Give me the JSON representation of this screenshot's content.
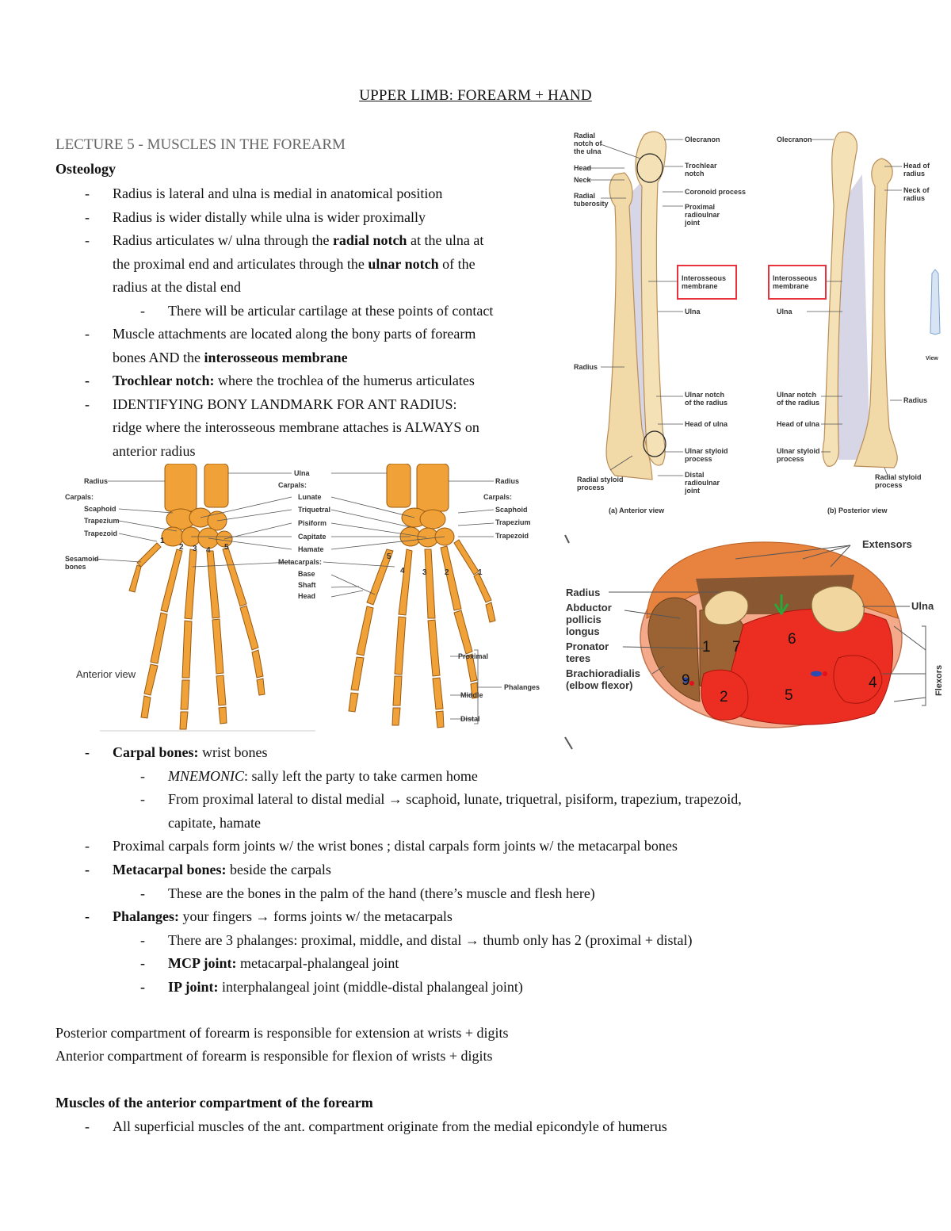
{
  "title": "UPPER LIMB: FOREARM + HAND",
  "lecture": "LECTURE 5 - MUSCLES IN THE FOREARM",
  "osteology_heading": "Osteology",
  "osteology_items": [
    {
      "level": 1,
      "parts": [
        {
          "t": "Radius is lateral and ulna is medial in anatomical position"
        }
      ]
    },
    {
      "level": 1,
      "parts": [
        {
          "t": "Radius is wider distally while ulna is wider proximally"
        }
      ]
    },
    {
      "level": 1,
      "parts": [
        {
          "t": "Radius articulates w/ ulna through the "
        },
        {
          "t": "radial notch",
          "b": true
        },
        {
          "t": " at the ulna at"
        }
      ]
    },
    {
      "level": 0,
      "parts": [
        {
          "t": "the proximal end and articulates through the "
        },
        {
          "t": "ulnar notch",
          "b": true
        },
        {
          "t": " of the"
        }
      ]
    },
    {
      "level": 0,
      "parts": [
        {
          "t": "radius at the distal end"
        }
      ]
    },
    {
      "level": 2,
      "parts": [
        {
          "t": "There will be articular cartilage at these points of contact"
        }
      ]
    },
    {
      "level": 1,
      "parts": [
        {
          "t": "Muscle attachments are located along the bony parts of forearm"
        }
      ]
    },
    {
      "level": 0,
      "parts": [
        {
          "t": "bones AND the "
        },
        {
          "t": "interosseous membrane",
          "b": true
        }
      ]
    },
    {
      "level": 1,
      "bdash": true,
      "parts": [
        {
          "t": "Trochlear notch:",
          "b": true
        },
        {
          "t": " where the trochlea of the humerus articulates"
        }
      ]
    },
    {
      "level": 1,
      "parts": [
        {
          "t": "IDENTIFYING BONY LANDMARK FOR ANT RADIUS:"
        }
      ]
    },
    {
      "level": 0,
      "parts": [
        {
          "t": "ridge where the interosseous membrane attaches is ALWAYS on"
        }
      ]
    },
    {
      "level": 0,
      "parts": [
        {
          "t": "anterior radius"
        }
      ]
    }
  ],
  "carpal_items": [
    {
      "level": 1,
      "bdash": true,
      "parts": [
        {
          "t": "Carpal bones:",
          "b": true
        },
        {
          "t": " wrist bones"
        }
      ]
    },
    {
      "level": 2,
      "parts": [
        {
          "t": "MNEMONIC",
          "i": true
        },
        {
          "t": ": sally left the party to take carmen home"
        }
      ]
    },
    {
      "level": 2,
      "parts": [
        {
          "t": "From proximal lateral to distal medial → scaphoid, lunate, triquetral, pisiform, trapezium, trapezoid,"
        }
      ]
    },
    {
      "level": 3,
      "parts": [
        {
          "t": "capitate, hamate"
        }
      ]
    },
    {
      "level": 1,
      "parts": [
        {
          "t": "Proximal carpals form joints w/ the wrist bones ; distal carpals form joints w/ the metacarpal bones"
        }
      ]
    },
    {
      "level": 1,
      "bdash": true,
      "parts": [
        {
          "t": "Metacarpal bones:",
          "b": true
        },
        {
          "t": " beside the carpals"
        }
      ]
    },
    {
      "level": 2,
      "parts": [
        {
          "t": "These are the bones in the palm of the hand (there’s muscle and flesh here)"
        }
      ]
    },
    {
      "level": 1,
      "bdash": true,
      "parts": [
        {
          "t": "Phalanges:",
          "b": true
        },
        {
          "t": " your fingers → forms joints w/ the metacarpals"
        }
      ]
    },
    {
      "level": 2,
      "parts": [
        {
          "t": "There are 3 phalanges: proximal, middle, and distal → thumb only has 2 (proximal + distal)"
        }
      ]
    },
    {
      "level": 2,
      "bdash": true,
      "parts": [
        {
          "t": "MCP joint:",
          "b": true
        },
        {
          "t": " metacarpal-phalangeal joint"
        }
      ]
    },
    {
      "level": 2,
      "bdash": true,
      "parts": [
        {
          "t": "IP joint:",
          "b": true
        },
        {
          "t": " interphalangeal joint (middle-distal phalangeal joint)"
        }
      ]
    }
  ],
  "compartment_lines": [
    "Posterior compartment of forearm is responsible for extension at wrists + digits",
    "Anterior compartment of forearm is responsible for flexion of wrists + digits"
  ],
  "anterior_heading": "Muscles of the anterior compartment of the forearm",
  "anterior_items": [
    {
      "level": 1,
      "parts": [
        {
          "t": "All superficial muscles of the ant. compartment originate from the medial epicondyle of humerus"
        }
      ]
    }
  ],
  "figure_forearm": {
    "labels_left": [
      "Radial",
      "notch of",
      "the ulna",
      "Head",
      "Neck",
      "Radial",
      "tuberosity",
      "Radius",
      "Radial styloid",
      "process"
    ],
    "labels_mid": [
      "Olecranon",
      "Trochlear",
      "notch",
      "Coronoid process",
      "Proximal",
      "radioulnar",
      "joint",
      "Interosseous",
      "membrane",
      "Ulna",
      "Ulnar notch",
      "of the radius",
      "Head of ulna",
      "Ulnar styloid",
      "process",
      "Distal",
      "radioulnar",
      "joint"
    ],
    "labels_right": [
      "Olecranon",
      "Head of",
      "radius",
      "Neck of",
      "radius",
      "Interosseous",
      "membrane",
      "Ulna",
      "Ulnar notch",
      "of the radius",
      "Head of ulna",
      "Ulnar styloid",
      "process",
      "Radius",
      "Radial styloid",
      "process",
      "View"
    ],
    "caption_a": "(a) Anterior view",
    "caption_b": "(b) Posterior view",
    "highlight_color": "#e8323c",
    "bone_color": "#f1d9a8"
  },
  "figure_hand": {
    "labels_left": [
      "Radius",
      "Carpals:",
      "Scaphoid",
      "Trapezium",
      "Trapezoid",
      "Sesamoid",
      "bones",
      "Anterior view"
    ],
    "labels_center": [
      "Ulna",
      "Carpals:",
      "Lunate",
      "Triquetral",
      "Pisiform",
      "Capitate",
      "Hamate",
      "Metacarpals:",
      "Base",
      "Shaft",
      "Head"
    ],
    "labels_right": [
      "Radius",
      "Carpals:",
      "Scaphoid",
      "Trapezium",
      "Trapezoid",
      "Proximal",
      "Middle",
      "Distal",
      "Phalanges"
    ],
    "digit_numbers": [
      "1",
      "2",
      "3",
      "4",
      "5"
    ],
    "bone_color": "#f0a238"
  },
  "figure_cross": {
    "labels_left": [
      "Radius",
      "Abductor",
      "pollicis",
      "longus",
      "Pronator",
      "teres",
      "Brachioradialis",
      "(elbow flexor)"
    ],
    "labels_right": [
      "Extensors",
      "Ulna",
      "Flexors"
    ],
    "numbers": [
      "1",
      "2",
      "4",
      "5",
      "6",
      "7",
      "9"
    ],
    "muscle_color": "#ec2e22",
    "extensor_color": "#e8833f",
    "arrow_color": "#2aa63a"
  }
}
